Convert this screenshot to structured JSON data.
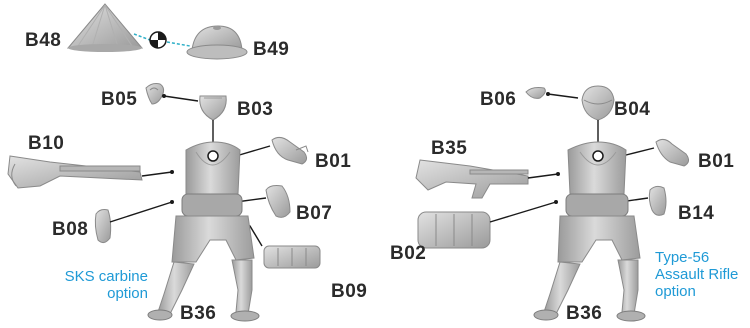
{
  "colors": {
    "part": "#c4c4c4",
    "part_light": "#dedede",
    "part_dark": "#8e8e8e",
    "leader_line": "#1a1a1a",
    "dashed_link": "#2fb0c8",
    "option_text": "#1f9ad6",
    "label_text": "#2b2b2b"
  },
  "icons": {
    "link_marker": "crosshair-target-icon"
  },
  "left_figure": {
    "labels": {
      "hat_conical": "B48",
      "hat_pith": "B49",
      "hand_top": "B05",
      "head": "B03",
      "rifle": "B10",
      "arm_right": "B01",
      "arm_left": "B07",
      "hand_lower": "B08",
      "ammo_pouch": "B09",
      "body": "B36"
    },
    "option": [
      "SKS carbine",
      "option"
    ]
  },
  "right_figure": {
    "labels": {
      "hand_top": "B06",
      "head": "B04",
      "rifle": "B35",
      "arm_right": "B01",
      "arm_left": "B14",
      "ammo_pouch": "B02",
      "body": "B36"
    },
    "option": [
      "Type-56",
      "Assault Rifle",
      "option"
    ]
  }
}
